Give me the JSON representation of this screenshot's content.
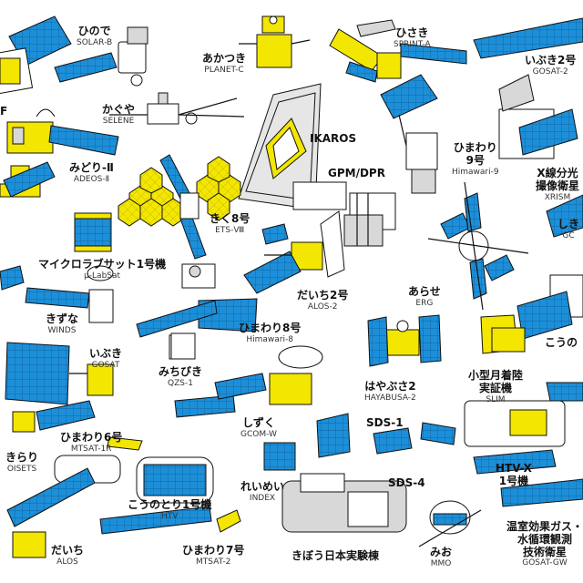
{
  "colors": {
    "panel": "#1d8fd8",
    "body_gold": "#f3e600",
    "line": "#111111",
    "background": "#ffffff"
  },
  "labels": {
    "hinode": {
      "jp": "ひので",
      "en": "SOLAR-B"
    },
    "akatsuki": {
      "jp": "あかつき",
      "en": "PLANET-C"
    },
    "hisaki": {
      "jp": "ひさき",
      "en": "SPRINT-A"
    },
    "ibuki2": {
      "jp": "いぶき2号",
      "en": "GOSAT-2"
    },
    "kaguya": {
      "jp": "かぐや",
      "en": "SELENE"
    },
    "ikaros": {
      "jp": "IKAROS",
      "en": ""
    },
    "midori2": {
      "jp": "みどり-Ⅱ",
      "en": "ADEOS-Ⅱ"
    },
    "gpm": {
      "jp": "GPM/DPR",
      "en": ""
    },
    "himawari9": {
      "jp": "ひまわり",
      "jp2": "9号",
      "en": "Himawari-9"
    },
    "xrism": {
      "jp": "X線分光",
      "jp2": "撮像衛星",
      "en": "XRISM"
    },
    "kiku8": {
      "jp": "きく8号",
      "en": "ETS-Ⅷ"
    },
    "microlab": {
      "jp": "マイクロラブサット1号機",
      "en": "μ-LabSat"
    },
    "daichi2": {
      "jp": "だいち2号",
      "en": "ALOS-2"
    },
    "arase": {
      "jp": "あらせ",
      "en": "ERG"
    },
    "kizuna": {
      "jp": "きずな",
      "en": "WINDS"
    },
    "himawari8": {
      "jp": "ひまわり8号",
      "en": "Himawari-8"
    },
    "ibuki": {
      "jp": "いぶき",
      "en": "GOSAT"
    },
    "michibiki": {
      "jp": "みちびき",
      "en": "QZS-1"
    },
    "hayabusa2": {
      "jp": "はやぶさ2",
      "en": "HAYABUSA-2"
    },
    "slim": {
      "jp": "小型月着陸",
      "jp2": "実証機",
      "en": "SLIM"
    },
    "shizuku": {
      "jp": "しずく",
      "en": "GCOM-W"
    },
    "sds1": {
      "jp": "SDS-1",
      "en": ""
    },
    "himawari6": {
      "jp": "ひまわり6号",
      "en": "MTSAT-1R"
    },
    "kirari": {
      "jp": "きらり",
      "en": "OISETS"
    },
    "htvx": {
      "jp": "HTV-X",
      "jp2": "1号機",
      "en": ""
    },
    "sds4": {
      "jp": "SDS-4",
      "en": ""
    },
    "reimei": {
      "jp": "れいめい",
      "en": "INDEX"
    },
    "kounotori1": {
      "jp": "こうのとり1号機",
      "en": "HTV"
    },
    "daichi": {
      "jp": "だいち",
      "en": "ALOS"
    },
    "himawari7": {
      "jp": "ひまわり7号",
      "en": "MTSAT-2"
    },
    "kibo": {
      "jp": "きぼう日本実験棟",
      "en": ""
    },
    "mio": {
      "jp": "みお",
      "en": "MMO"
    },
    "gosatgw": {
      "jp": "温室効果ガス・",
      "jp2": "水循環観測",
      "jp3": "技術衛星",
      "en": "GOSAT-GW"
    },
    "shiki_partial": {
      "jp": "しき",
      "en": "GC"
    },
    "kouno_partial": {
      "jp": "こうの",
      "en": ""
    },
    "f_partial": {
      "jp": "F",
      "en": ""
    }
  }
}
